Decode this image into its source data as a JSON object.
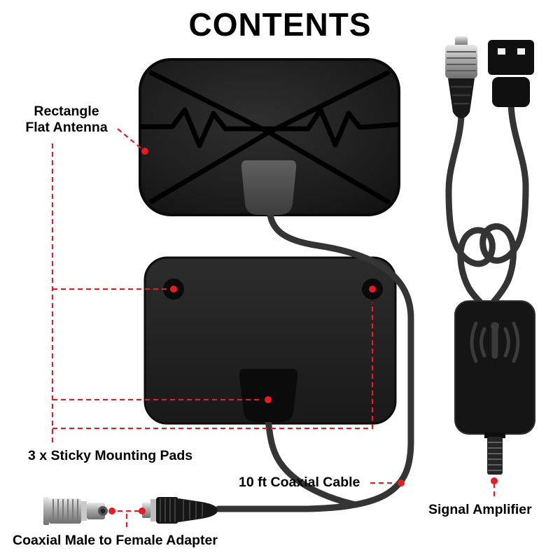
{
  "title": "CONTENTS",
  "labels": {
    "antenna_line1": "Rectangle",
    "antenna_line2": "Flat Antenna",
    "mounting_pads": "3 x Sticky Mounting Pads",
    "coaxial_cable": "10 ft Coaxial Cable",
    "adapter": "Coaxial Male to Female Adapter",
    "amplifier": "Signal Amplifier"
  },
  "colors": {
    "callout_red": "#e81b23",
    "cable_gray": "#343434",
    "device_black": "#161616",
    "text_black": "#000000"
  },
  "icons": {
    "amplifier_panel": "broadcast-icon"
  }
}
